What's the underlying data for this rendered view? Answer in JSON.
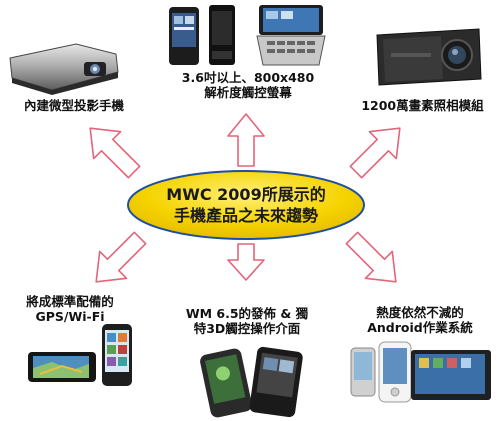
{
  "hub": {
    "line1": "MWC 2009所展示的",
    "line2": "手機產品之未來趨勢",
    "fill": "#f5d300",
    "stroke": "#1f4fa0"
  },
  "arrow_colors": {
    "fill": "#ffffff",
    "stroke": "#e2657a"
  },
  "trends": {
    "projector": "內建微型投影手機",
    "display": [
      "3.6吋以上、800x480",
      "解析度觸控螢幕"
    ],
    "camera": "1200萬畫素照相模組",
    "gps": [
      "將成標準配備的",
      "GPS/Wi-Fi"
    ],
    "winmo": [
      "WM 6.5的發佈 & 獨",
      "特3D觸控操作介面"
    ],
    "android": [
      "熱度依然不減的",
      "Android作業系統"
    ]
  }
}
